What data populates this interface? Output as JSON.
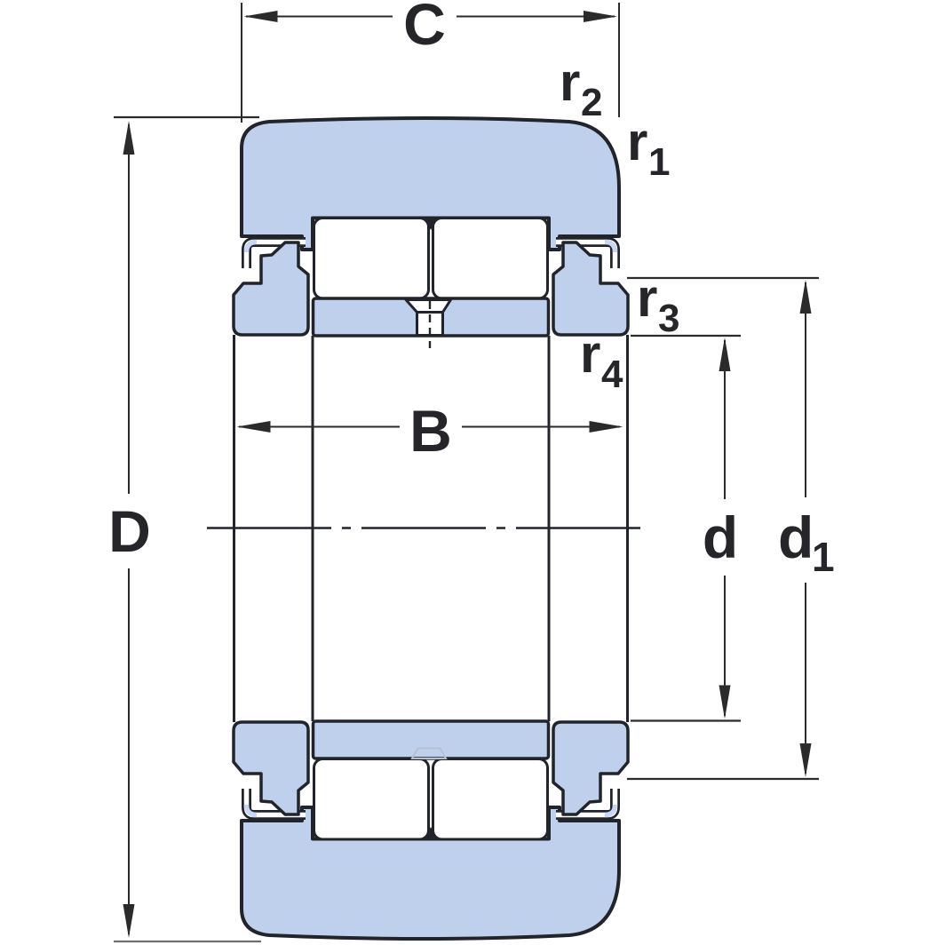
{
  "drawing": {
    "title": "Bearing cross-section dimension drawing",
    "type": "technical diagram",
    "component": "yoke-type track roller bearing, cross-section with dimension labels",
    "dims": {
      "C": "C",
      "B": "B",
      "D": "D",
      "d": "d",
      "d1_base": "d",
      "d1_sub": "1",
      "r1_base": "r",
      "r1_sub": "1",
      "r2_base": "r",
      "r2_sub": "2",
      "r3_base": "r",
      "r3_sub": "3",
      "r4_base": "r",
      "r4_sub": "4"
    },
    "colors": {
      "part_fill": "#bfd0ec",
      "fillet_fill": "#c9d8f2",
      "outline": "#21242b",
      "dimension_line": "#2b2b2b",
      "text": "#26262a",
      "tick_gray": "#6f6f6f",
      "faint_detail": "#b7c0d2",
      "background": "#ffffff"
    }
  }
}
